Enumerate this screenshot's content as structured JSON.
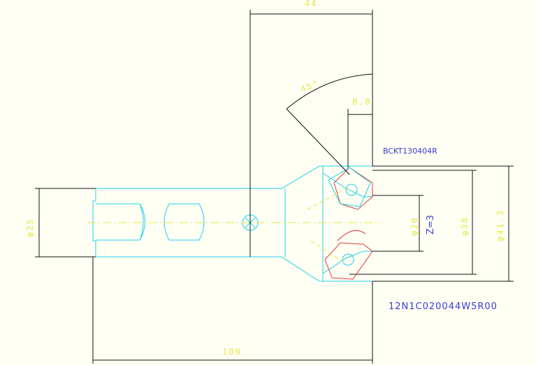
{
  "dimensions": {
    "width_44": "44",
    "angle_45": "45°",
    "width_8_8": "8.8",
    "dia_25": "φ25",
    "dia_20": "φ20",
    "dia_38": "φ38",
    "dia_41_3": "φ41.3",
    "length_100": "100"
  },
  "labels": {
    "insert_code": "BCKT130404R",
    "teeth": "Z=3",
    "part_number": "12N1C020044W5R00"
  },
  "colors": {
    "background": "#fffff4",
    "outline": "#1fd0e6",
    "dimension_line": "#101010",
    "dimension_text": "#e6e64a",
    "insert": "#e03a3a",
    "label": "#3a3ad0"
  }
}
